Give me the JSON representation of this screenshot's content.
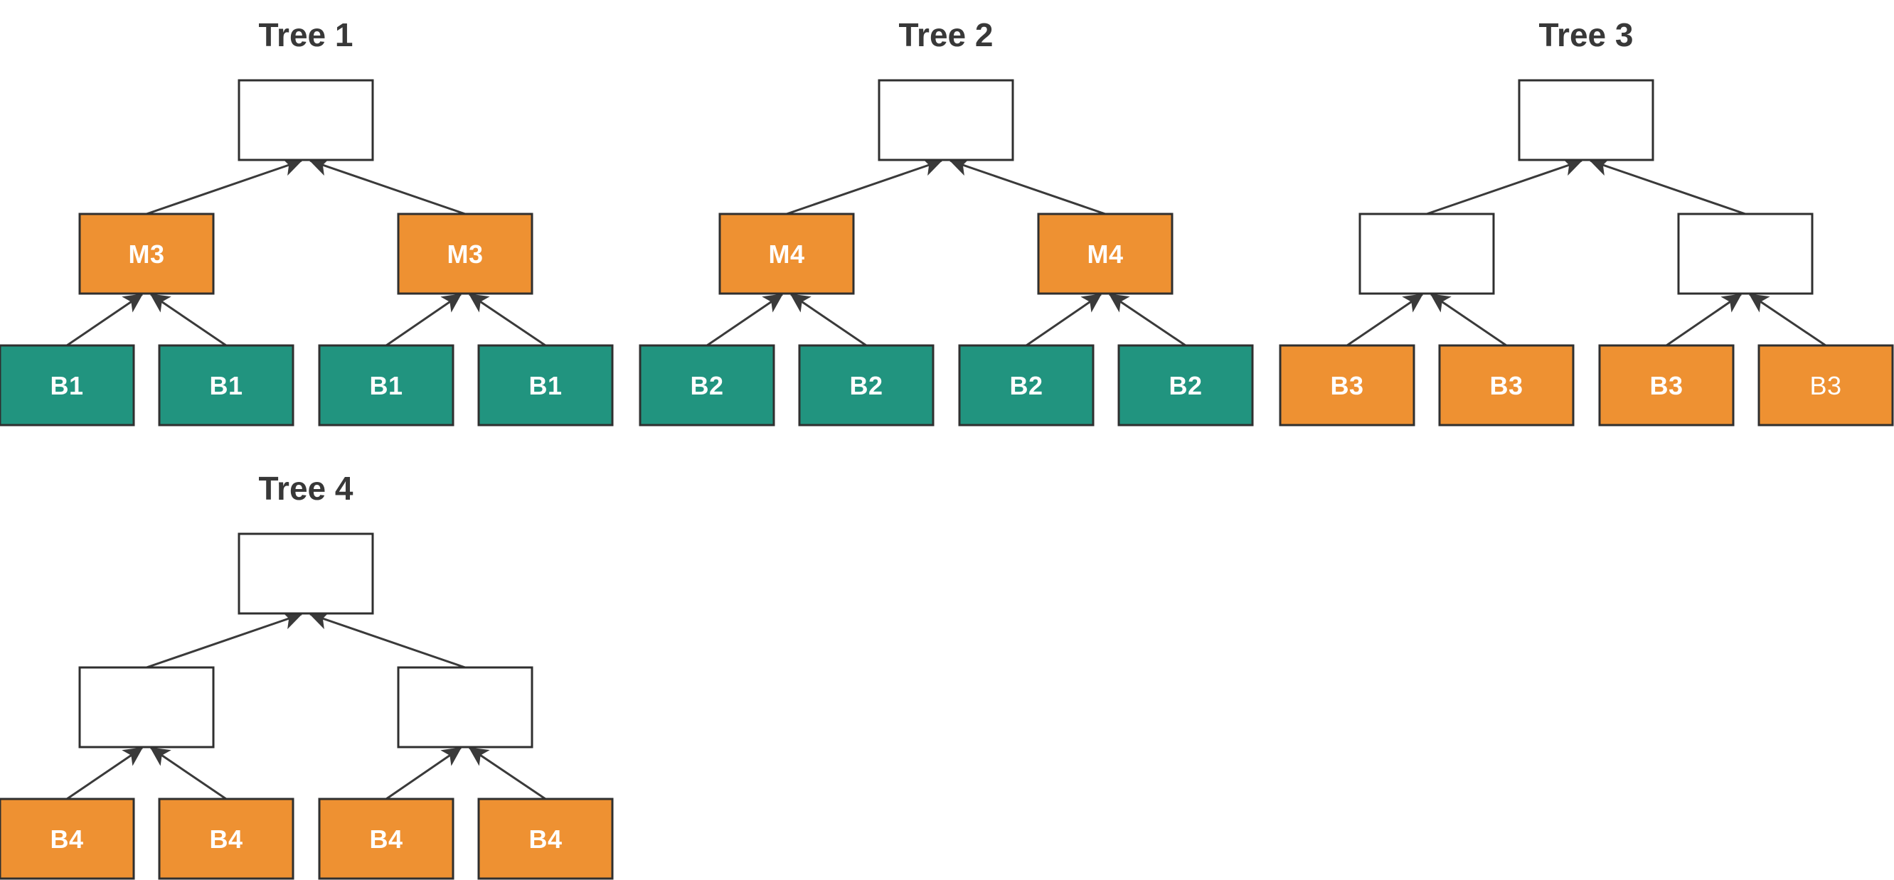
{
  "diagram": {
    "background": "#FFFFFF",
    "colors": {
      "orange": "#EE9132",
      "teal": "#21947F",
      "empty_node_fill": "#FFFFFF",
      "node_border": "#2F2F2F",
      "edge": "#3A3A3A",
      "title_text": "#383838",
      "label_text": "#FFFFFF"
    },
    "trees": [
      {
        "title": "Tree 1",
        "root": {
          "label": "",
          "fill": "#FFFFFF",
          "text_weight": "bold"
        },
        "mids": [
          {
            "label": "M3",
            "fill": "#EE9132",
            "text_weight": "bold"
          },
          {
            "label": "M3",
            "fill": "#EE9132",
            "text_weight": "bold"
          }
        ],
        "leaves": [
          {
            "label": "B1",
            "fill": "#21947F",
            "text_weight": "bold"
          },
          {
            "label": "B1",
            "fill": "#21947F",
            "text_weight": "bold"
          },
          {
            "label": "B1",
            "fill": "#21947F",
            "text_weight": "bold"
          },
          {
            "label": "B1",
            "fill": "#21947F",
            "text_weight": "bold"
          }
        ]
      },
      {
        "title": "Tree 2",
        "root": {
          "label": "",
          "fill": "#FFFFFF",
          "text_weight": "bold"
        },
        "mids": [
          {
            "label": "M4",
            "fill": "#EE9132",
            "text_weight": "bold"
          },
          {
            "label": "M4",
            "fill": "#EE9132",
            "text_weight": "bold"
          }
        ],
        "leaves": [
          {
            "label": "B2",
            "fill": "#21947F",
            "text_weight": "bold"
          },
          {
            "label": "B2",
            "fill": "#21947F",
            "text_weight": "bold"
          },
          {
            "label": "B2",
            "fill": "#21947F",
            "text_weight": "bold"
          },
          {
            "label": "B2",
            "fill": "#21947F",
            "text_weight": "bold"
          }
        ]
      },
      {
        "title": "Tree 3",
        "root": {
          "label": "",
          "fill": "#FFFFFF",
          "text_weight": "bold"
        },
        "mids": [
          {
            "label": "",
            "fill": "#FFFFFF",
            "text_weight": "bold"
          },
          {
            "label": "",
            "fill": "#FFFFFF",
            "text_weight": "bold"
          }
        ],
        "leaves": [
          {
            "label": "B3",
            "fill": "#EE9132",
            "text_weight": "bold"
          },
          {
            "label": "B3",
            "fill": "#EE9132",
            "text_weight": "bold"
          },
          {
            "label": "B3",
            "fill": "#EE9132",
            "text_weight": "bold"
          },
          {
            "label": "B3",
            "fill": "#EE9132",
            "text_weight": "normal"
          }
        ]
      },
      {
        "title": "Tree 4",
        "root": {
          "label": "",
          "fill": "#FFFFFF",
          "text_weight": "bold"
        },
        "mids": [
          {
            "label": "",
            "fill": "#FFFFFF",
            "text_weight": "bold"
          },
          {
            "label": "",
            "fill": "#FFFFFF",
            "text_weight": "bold"
          }
        ],
        "leaves": [
          {
            "label": "B4",
            "fill": "#EE9132",
            "text_weight": "bold"
          },
          {
            "label": "B4",
            "fill": "#EE9132",
            "text_weight": "bold"
          },
          {
            "label": "B4",
            "fill": "#EE9132",
            "text_weight": "bold"
          },
          {
            "label": "B4",
            "fill": "#EE9132",
            "text_weight": "bold"
          }
        ]
      }
    ]
  }
}
